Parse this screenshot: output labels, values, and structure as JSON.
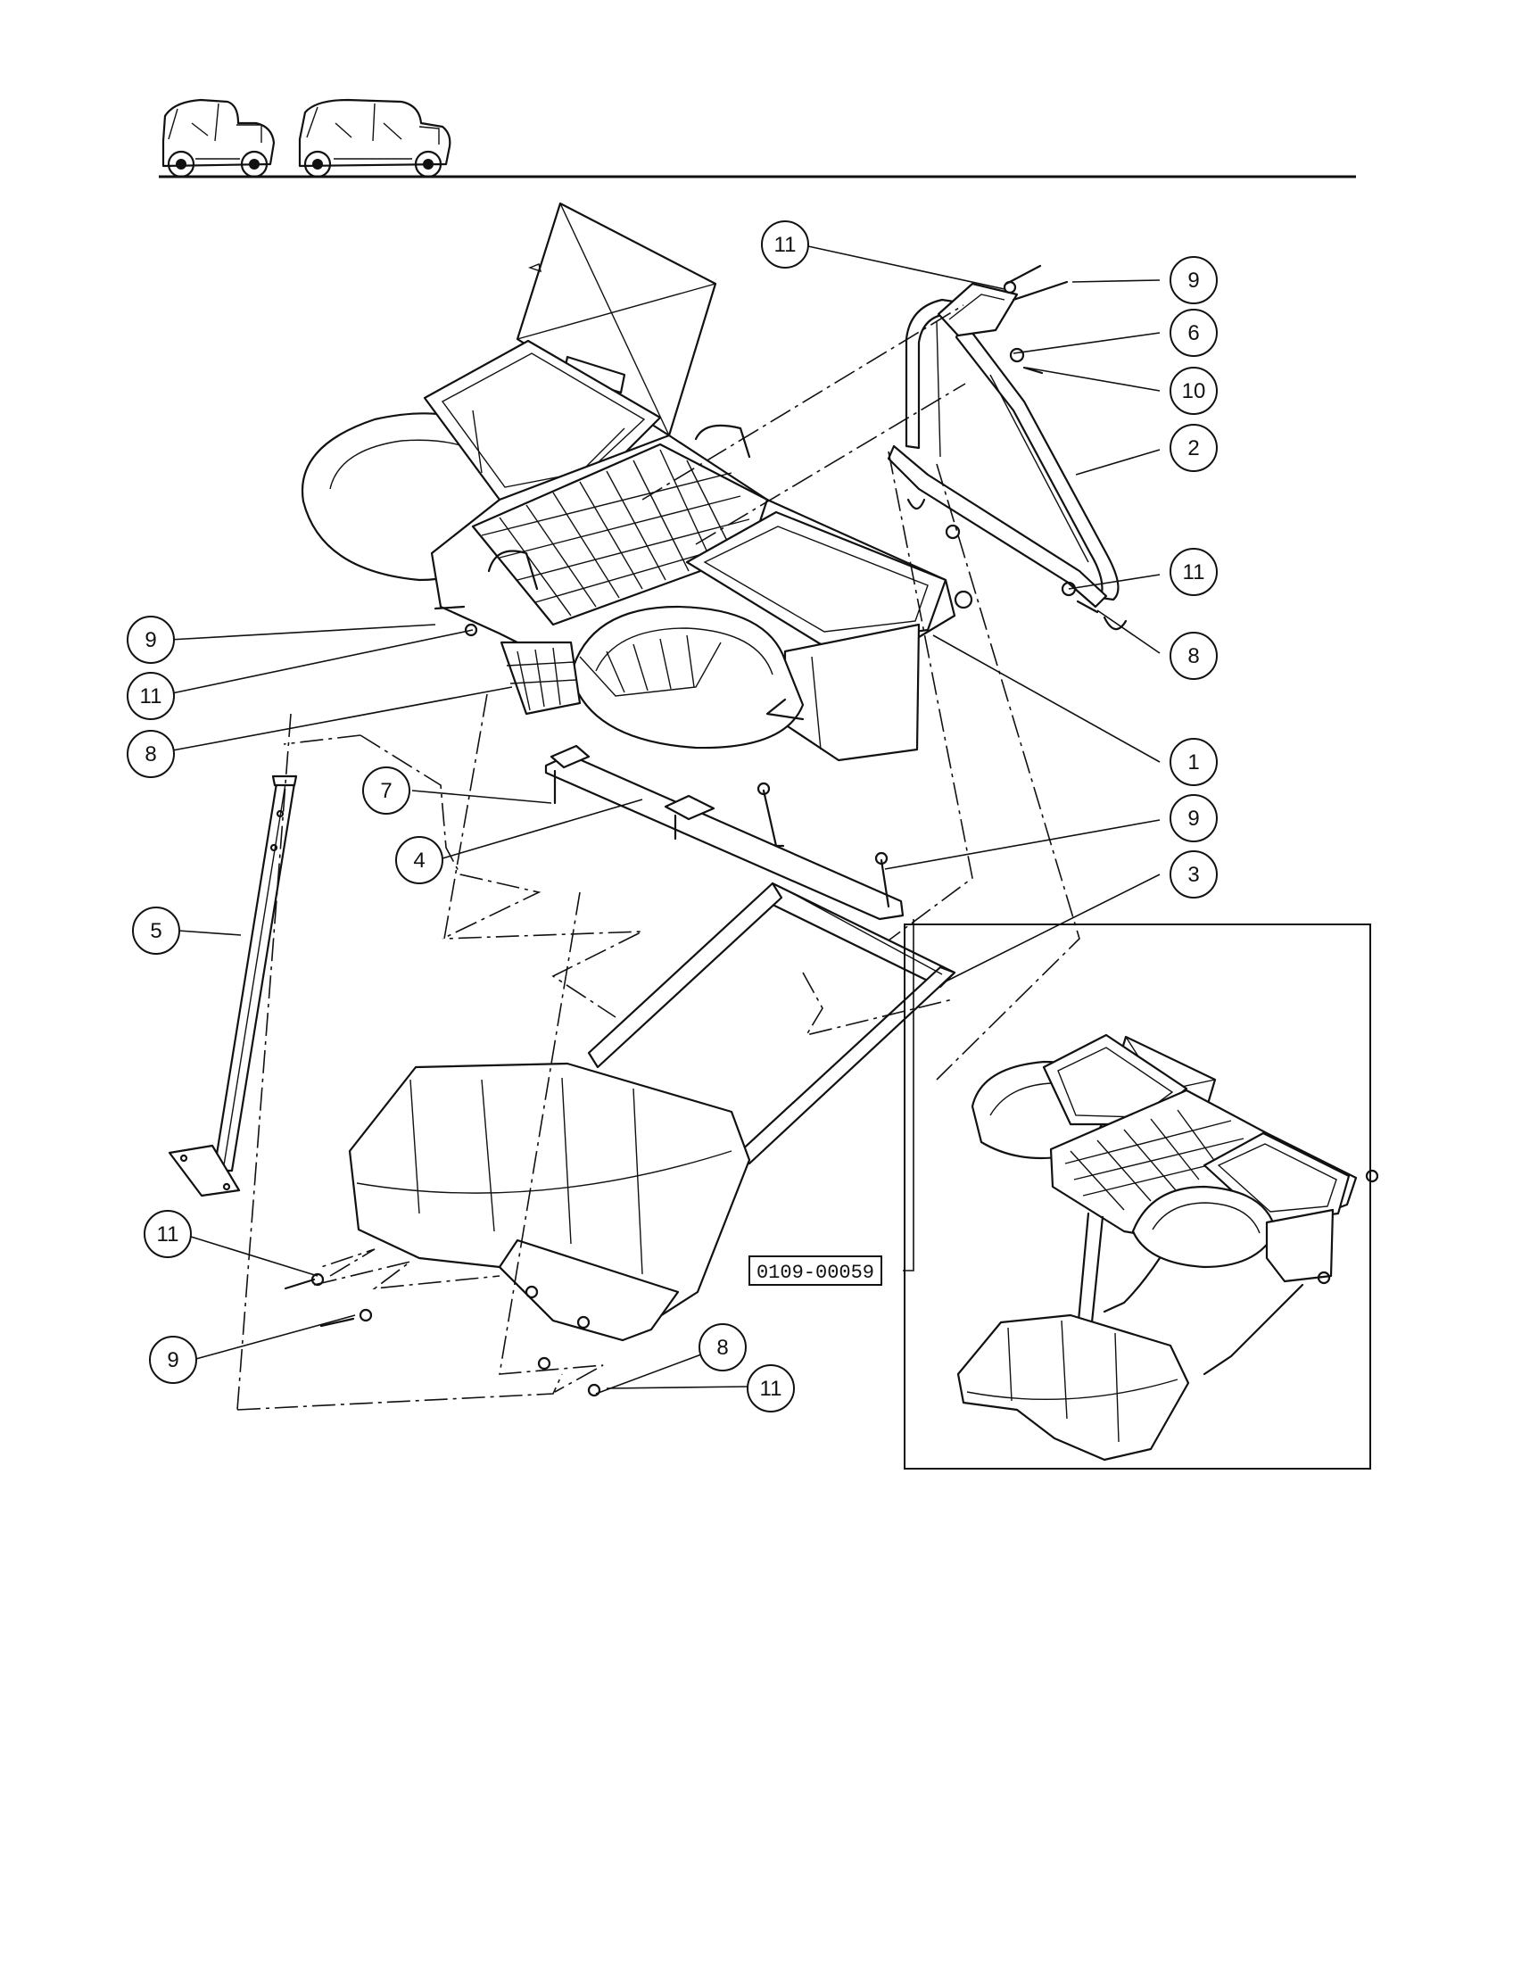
{
  "header": {
    "vehicle_icons": [
      "two-seat-vehicle-icon",
      "four-seat-vehicle-icon"
    ]
  },
  "callouts": {
    "c11_top": "11",
    "c9_top": "9",
    "c6": "6",
    "c10": "10",
    "c2": "2",
    "c11_right": "11",
    "c8_right": "8",
    "c9_left": "9",
    "c11_left": "11",
    "c8_left": "8",
    "c1": "1",
    "c7": "7",
    "c9_mid": "9",
    "c4": "4",
    "c3": "3",
    "c5": "5",
    "c11_bottom": "11",
    "c9_bottom": "9",
    "c8_bottom": "8",
    "c11_bottom_right": "11"
  },
  "inset": {
    "figure_id": "0109-00059"
  }
}
